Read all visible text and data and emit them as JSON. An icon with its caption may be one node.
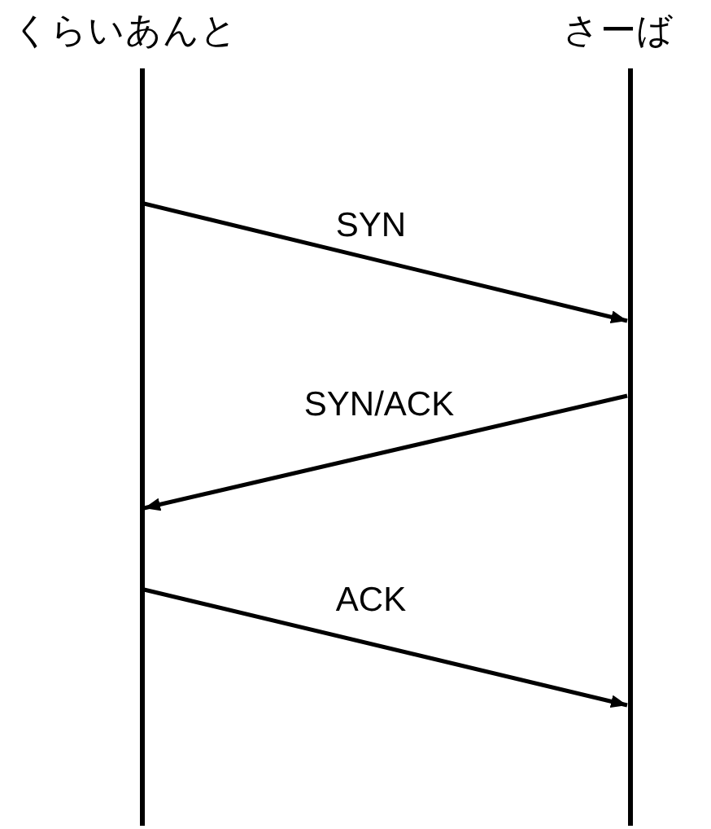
{
  "diagram": {
    "nodes": [
      {
        "text": [
          "くらいあんと"
        ]
      },
      {
        "text": [
          "さーば"
        ]
      }
    ],
    "edges": [
      {
        "from": 0,
        "to": 1,
        "arrow": "to",
        "label": "SYN"
      },
      {
        "from": 1,
        "to": 0,
        "arrow": "to",
        "label": "SYN/ACK"
      },
      {
        "from": 0,
        "to": 1,
        "arrow": "to",
        "label": "ACK"
      }
    ]
  }
}
